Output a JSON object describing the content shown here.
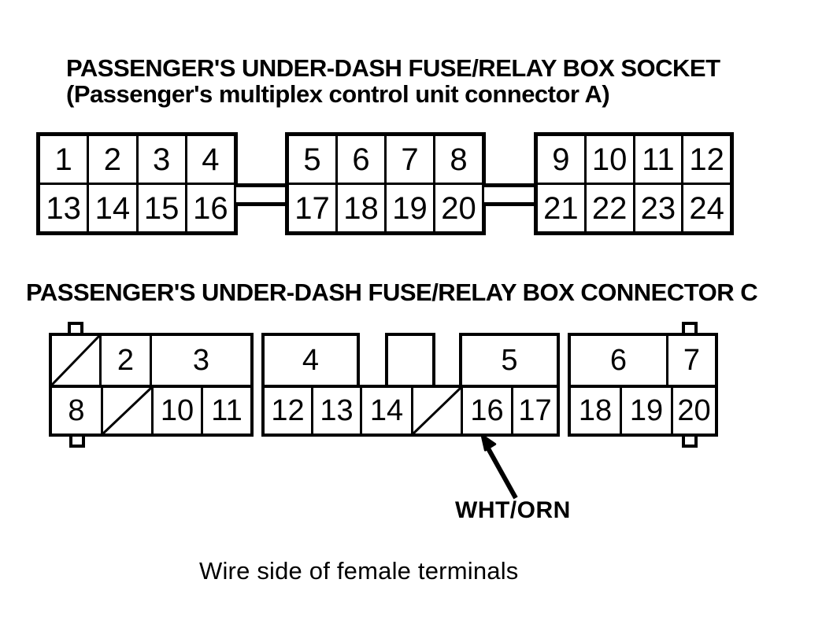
{
  "socket": {
    "title": "PASSENGER'S UNDER-DASH FUSE/RELAY BOX SOCKET",
    "subtitle": "(Passenger's multiplex control unit connector A)",
    "blocks": [
      {
        "top": [
          "1",
          "2",
          "3",
          "4"
        ],
        "bottom": [
          "13",
          "14",
          "15",
          "16"
        ]
      },
      {
        "top": [
          "5",
          "6",
          "7",
          "8"
        ],
        "bottom": [
          "17",
          "18",
          "19",
          "20"
        ]
      },
      {
        "top": [
          "9",
          "10",
          "11",
          "12"
        ],
        "bottom": [
          "21",
          "22",
          "23",
          "24"
        ]
      }
    ]
  },
  "connector_c": {
    "title": "PASSENGER'S UNDER-DASH FUSE/RELAY BOX CONNECTOR C",
    "top_row": [
      {
        "slash": true
      },
      {
        "label": "2"
      },
      {
        "label": "3"
      },
      {
        "label": "4"
      },
      {
        "label": "5"
      },
      {
        "label": "6"
      },
      {
        "label": "7"
      }
    ],
    "bottom_row": [
      {
        "label": "8"
      },
      {
        "slash": true
      },
      {
        "label": "10"
      },
      {
        "label": "11"
      },
      {
        "label": "12"
      },
      {
        "label": "13"
      },
      {
        "label": "14"
      },
      {
        "slash": true
      },
      {
        "label": "16"
      },
      {
        "label": "17"
      },
      {
        "label": "18"
      },
      {
        "label": "19"
      },
      {
        "label": "20"
      }
    ],
    "wire_label": "WHT/ORN",
    "wire_points_to_terminal": "16"
  },
  "caption": "Wire side of female terminals"
}
